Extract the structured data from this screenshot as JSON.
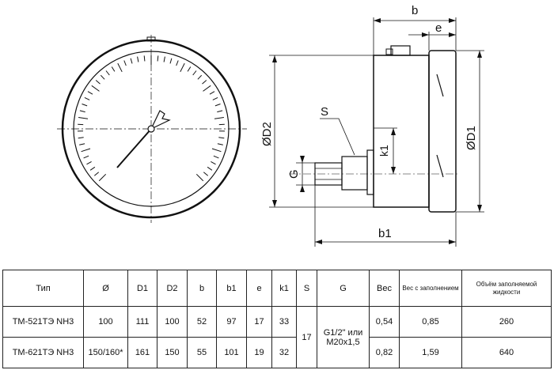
{
  "drawing": {
    "labels": {
      "b": "b",
      "e": "e",
      "D1": "ØD1",
      "D2": "ØD2",
      "S": "S",
      "G": "G",
      "k1": "k1",
      "b1": "b1"
    }
  },
  "table": {
    "headers": [
      "Тип",
      "Ø",
      "D1",
      "D2",
      "b",
      "b1",
      "e",
      "k1",
      "S",
      "G",
      "Вес",
      "Вес с заполнением",
      "Объём заполняемой жидкости"
    ],
    "rows": [
      {
        "type": "ТМ-521ТЭ NH3",
        "dia": "100",
        "d1": "111",
        "d2": "100",
        "b": "52",
        "b1": "97",
        "e": "17",
        "k1": "33",
        "ves": "0,54",
        "ves_fill": "0,85",
        "volume": "260"
      },
      {
        "type": "ТМ-621ТЭ NH3",
        "dia": "150/160*",
        "d1": "161",
        "d2": "150",
        "b": "55",
        "b1": "101",
        "e": "19",
        "k1": "32",
        "ves": "0,82",
        "ves_fill": "1,59",
        "volume": "640"
      }
    ],
    "shared": {
      "s": "17",
      "g": "G1/2\" или M20x1,5"
    }
  }
}
